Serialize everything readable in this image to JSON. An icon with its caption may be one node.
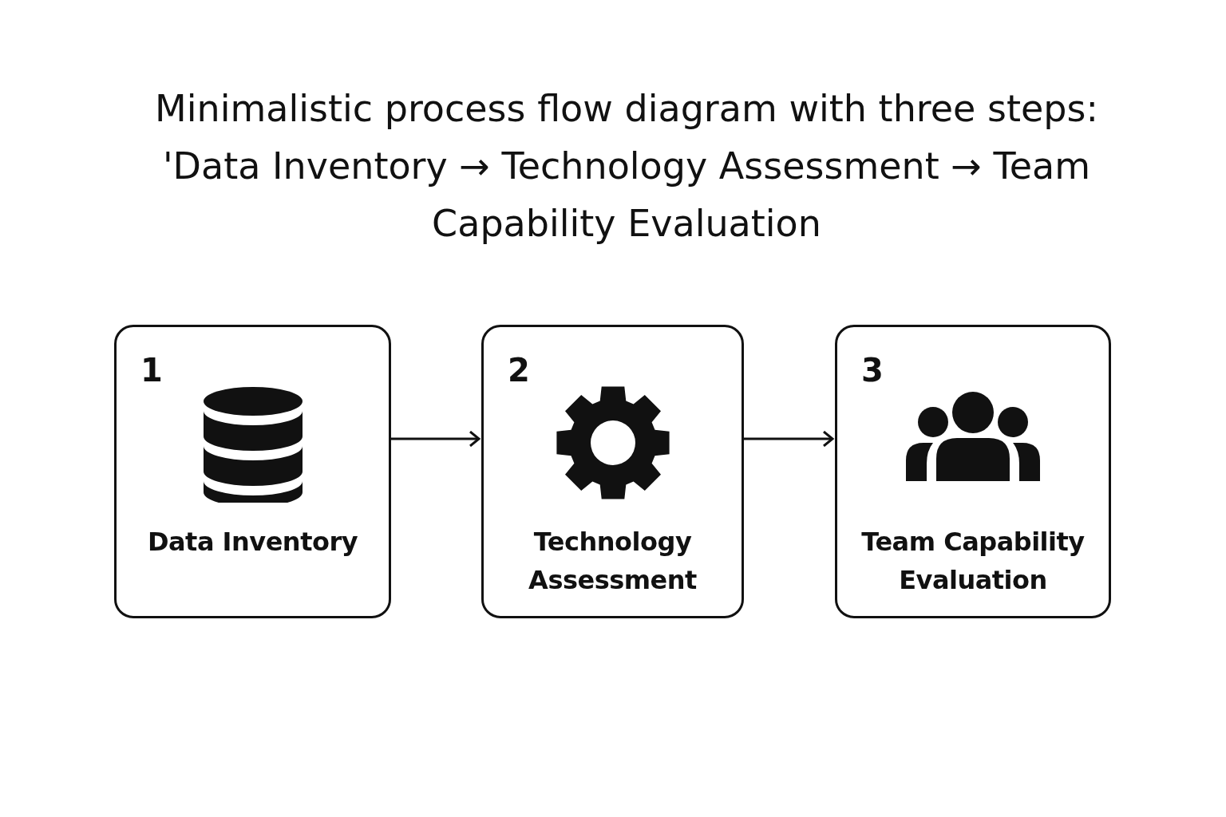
{
  "diagram": {
    "title": "Minimalistic process flow diagram with three steps: 'Data Inventory → Technology Assessment → Team Capability Evaluation",
    "nodes": [
      {
        "text": [
          "1",
          "Data Inventory"
        ]
      },
      {
        "text": [
          "2",
          "Technology Assessment"
        ]
      },
      {
        "text": [
          "3",
          "Team Capability Evaluation"
        ]
      }
    ],
    "edges": [
      {
        "from": 0,
        "to": 1,
        "arrow": "to"
      },
      {
        "from": 1,
        "to": 2,
        "arrow": "to"
      }
    ]
  }
}
